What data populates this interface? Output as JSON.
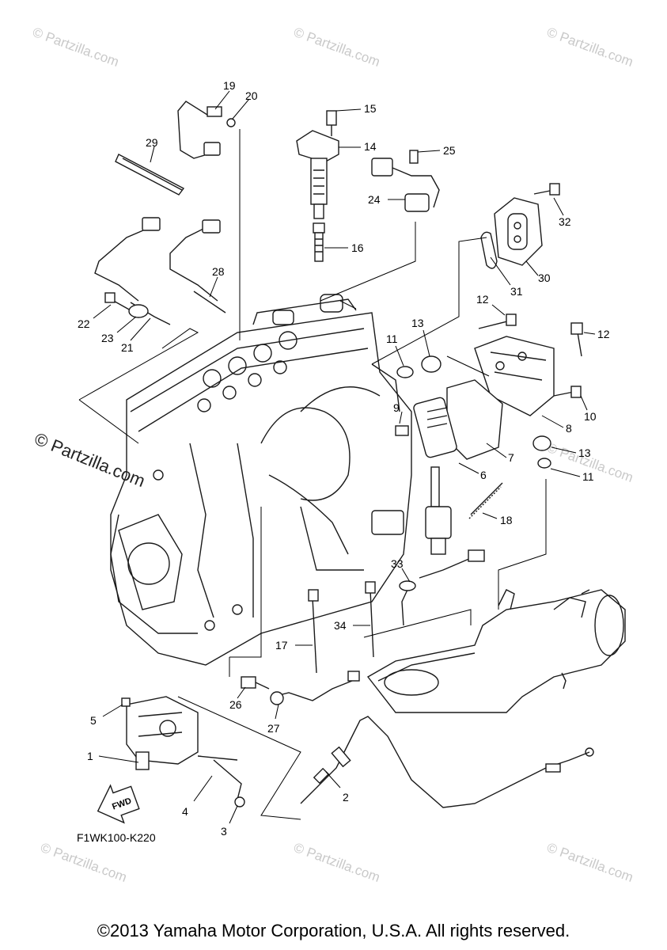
{
  "diagram_code": "F1WK100-K220",
  "copyright": "©2013 Yamaha Motor Corporation, U.S.A. All rights reserved.",
  "watermark": "© Partzilla.com",
  "side_watermark": "© Partzilla.com",
  "fwd_label": "FWD",
  "callouts": {
    "c1": "1",
    "c2": "2",
    "c3": "3",
    "c4": "4",
    "c5": "5",
    "c6": "6",
    "c7": "7",
    "c8": "8",
    "c9": "9",
    "c10": "10",
    "c11a": "11",
    "c11b": "11",
    "c12a": "12",
    "c12b": "12",
    "c13a": "13",
    "c13b": "13",
    "c14": "14",
    "c15": "15",
    "c16": "16",
    "c17": "17",
    "c18": "18",
    "c19": "19",
    "c20": "20",
    "c21": "21",
    "c22": "22",
    "c23": "23",
    "c24": "24",
    "c25": "25",
    "c26": "26",
    "c27": "27",
    "c28": "28",
    "c29": "29",
    "c30": "30",
    "c31": "31",
    "c32": "32",
    "c33": "33",
    "c34": "34"
  }
}
